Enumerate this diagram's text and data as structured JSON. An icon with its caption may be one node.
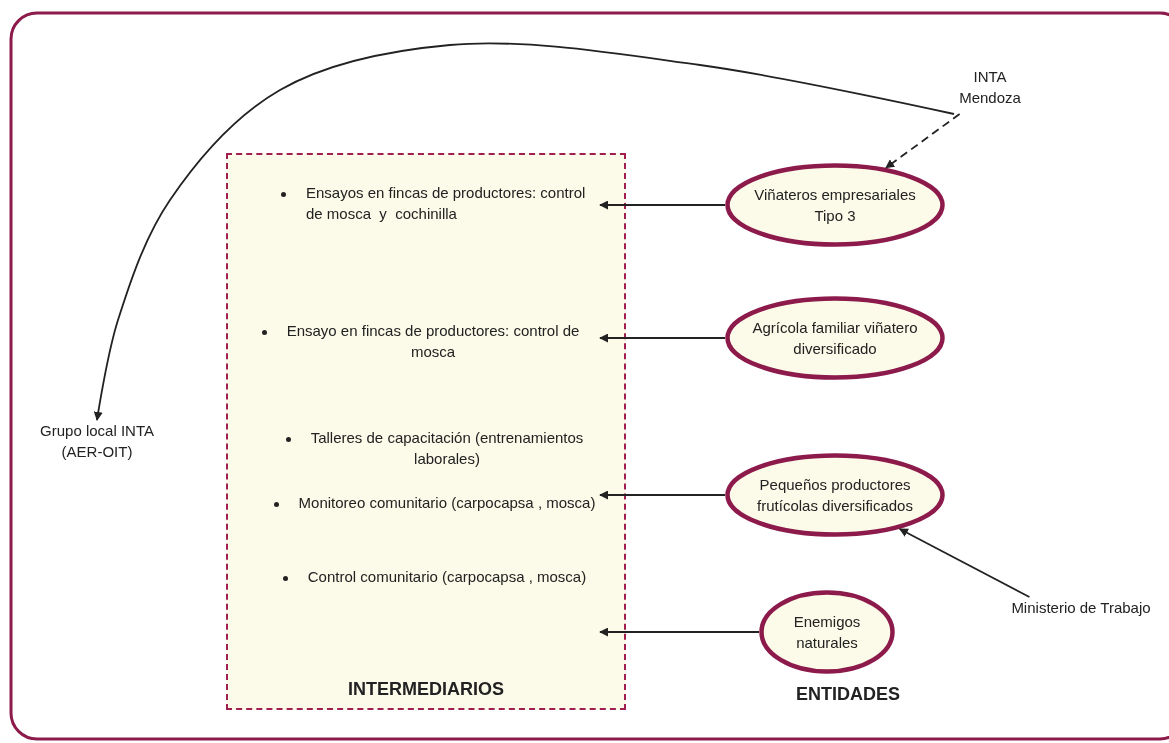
{
  "diagram": {
    "nodes": [
      {
        "text": [
          "INTERMEDIARIOS"
        ]
      },
      {
        "text": [
          "Ensayos en fincas de productores: control de mosca  y  cochinilla"
        ],
        "in": 0
      },
      {
        "text": [
          "Ensayo en fincas de productores: control de mosca"
        ],
        "in": 0
      },
      {
        "text": [
          "Talleres de capacitación (entrenamientos  laborales)"
        ],
        "in": 0
      },
      {
        "text": [
          "Monitoreo comunitario (carpocapsa , mosca)"
        ],
        "in": 0
      },
      {
        "text": [
          "Control comunitario (carpocapsa , mosca)"
        ],
        "in": 0
      },
      {
        "text": [
          "Viñateros empresariales Tipo 3"
        ]
      },
      {
        "text": [
          "Agrícola familiar viñatero diversificado"
        ]
      },
      {
        "text": [
          "Pequeños productores frutícolas diversificados"
        ]
      },
      {
        "text": [
          "Enemigos naturales"
        ]
      },
      {
        "text": [
          "INTA Mendoza"
        ]
      },
      {
        "text": [
          "Grupo local INTA (AER-OIT)"
        ]
      },
      {
        "text": [
          "Ministerio de Trabajo"
        ]
      }
    ],
    "edges": [
      {
        "from": 10,
        "to": 11,
        "arrow": "to"
      },
      {
        "from": 10,
        "to": 6,
        "arrow": "to",
        "style": "dashed"
      },
      {
        "from": 6,
        "to": 1,
        "arrow": "to"
      },
      {
        "from": 7,
        "to": 2,
        "arrow": "to"
      },
      {
        "from": 8,
        "to": 4,
        "arrow": "to"
      },
      {
        "from": 9,
        "to": 5,
        "arrow": "to"
      },
      {
        "from": 12,
        "to": 8,
        "arrow": "to"
      }
    ],
    "labels": [
      "ENTIDADES"
    ]
  }
}
